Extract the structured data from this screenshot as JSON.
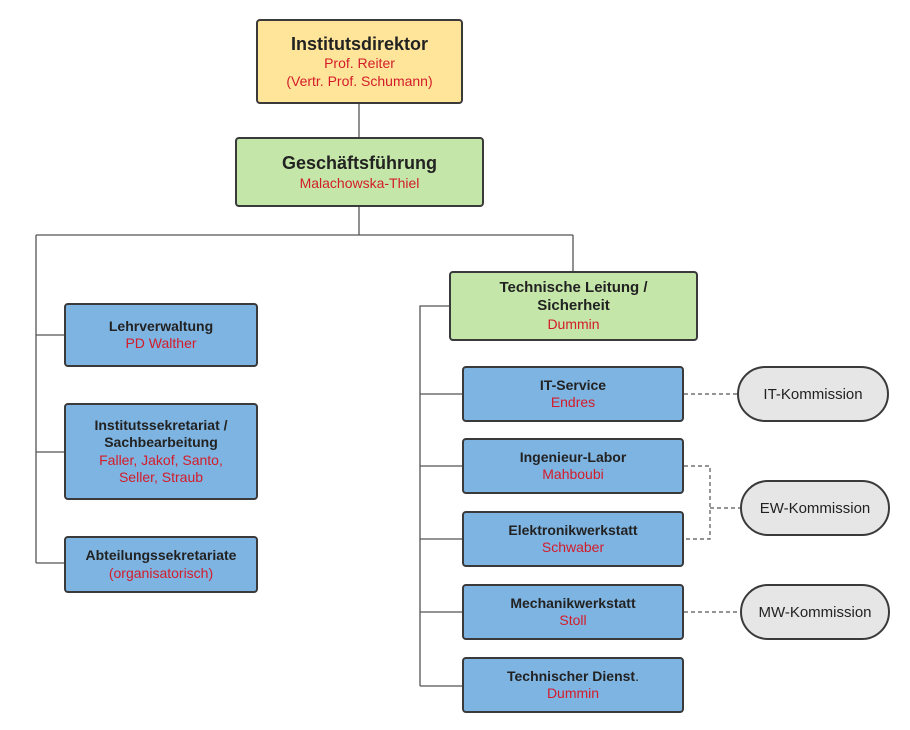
{
  "nodes": {
    "director": {
      "title": "Institutsdirektor",
      "sub1": "Prof. Reiter",
      "sub2": "(Vertr. Prof. Schumann)"
    },
    "management": {
      "title": "Geschäftsführung",
      "sub": "Malachowska-Thiel"
    },
    "technical_lead": {
      "title1": "Technische Leitung /",
      "title2": "Sicherheit",
      "sub": "Dummin"
    },
    "teaching_admin": {
      "title": "Lehrverwaltung",
      "sub": "PD Walther"
    },
    "secretariat": {
      "title1": "Institutssekretariat /",
      "title2": "Sachbearbeitung",
      "sub1": "Faller, Jakof, Santo,",
      "sub2": "Seller, Straub"
    },
    "dept_secretariats": {
      "title": "Abteilungssekretariate",
      "sub": "(organisatorisch)"
    },
    "it_service": {
      "title": "IT-Service",
      "sub": "Endres"
    },
    "engineering_lab": {
      "title": "Ingenieur-Labor",
      "sub": "Mahboubi"
    },
    "electronics_workshop": {
      "title": "Elektronikwerkstatt",
      "sub": "Schwaber"
    },
    "mechanics_workshop": {
      "title": "Mechanikwerkstatt",
      "sub": "Stoll"
    },
    "technical_service": {
      "title": "Technischer Dienst",
      "title_suffix": ".",
      "sub": "Dummin"
    }
  },
  "commissions": {
    "it": "IT-Kommission",
    "ew": "EW-Kommission",
    "mw": "MW-Kommission"
  },
  "colors": {
    "director_fill": "#ffe599",
    "management_fill": "#c4e6a8",
    "unit_fill": "#7eb4e2",
    "commission_fill": "#e6e6e6",
    "name_text": "#d31c2a",
    "line": "#555555"
  }
}
